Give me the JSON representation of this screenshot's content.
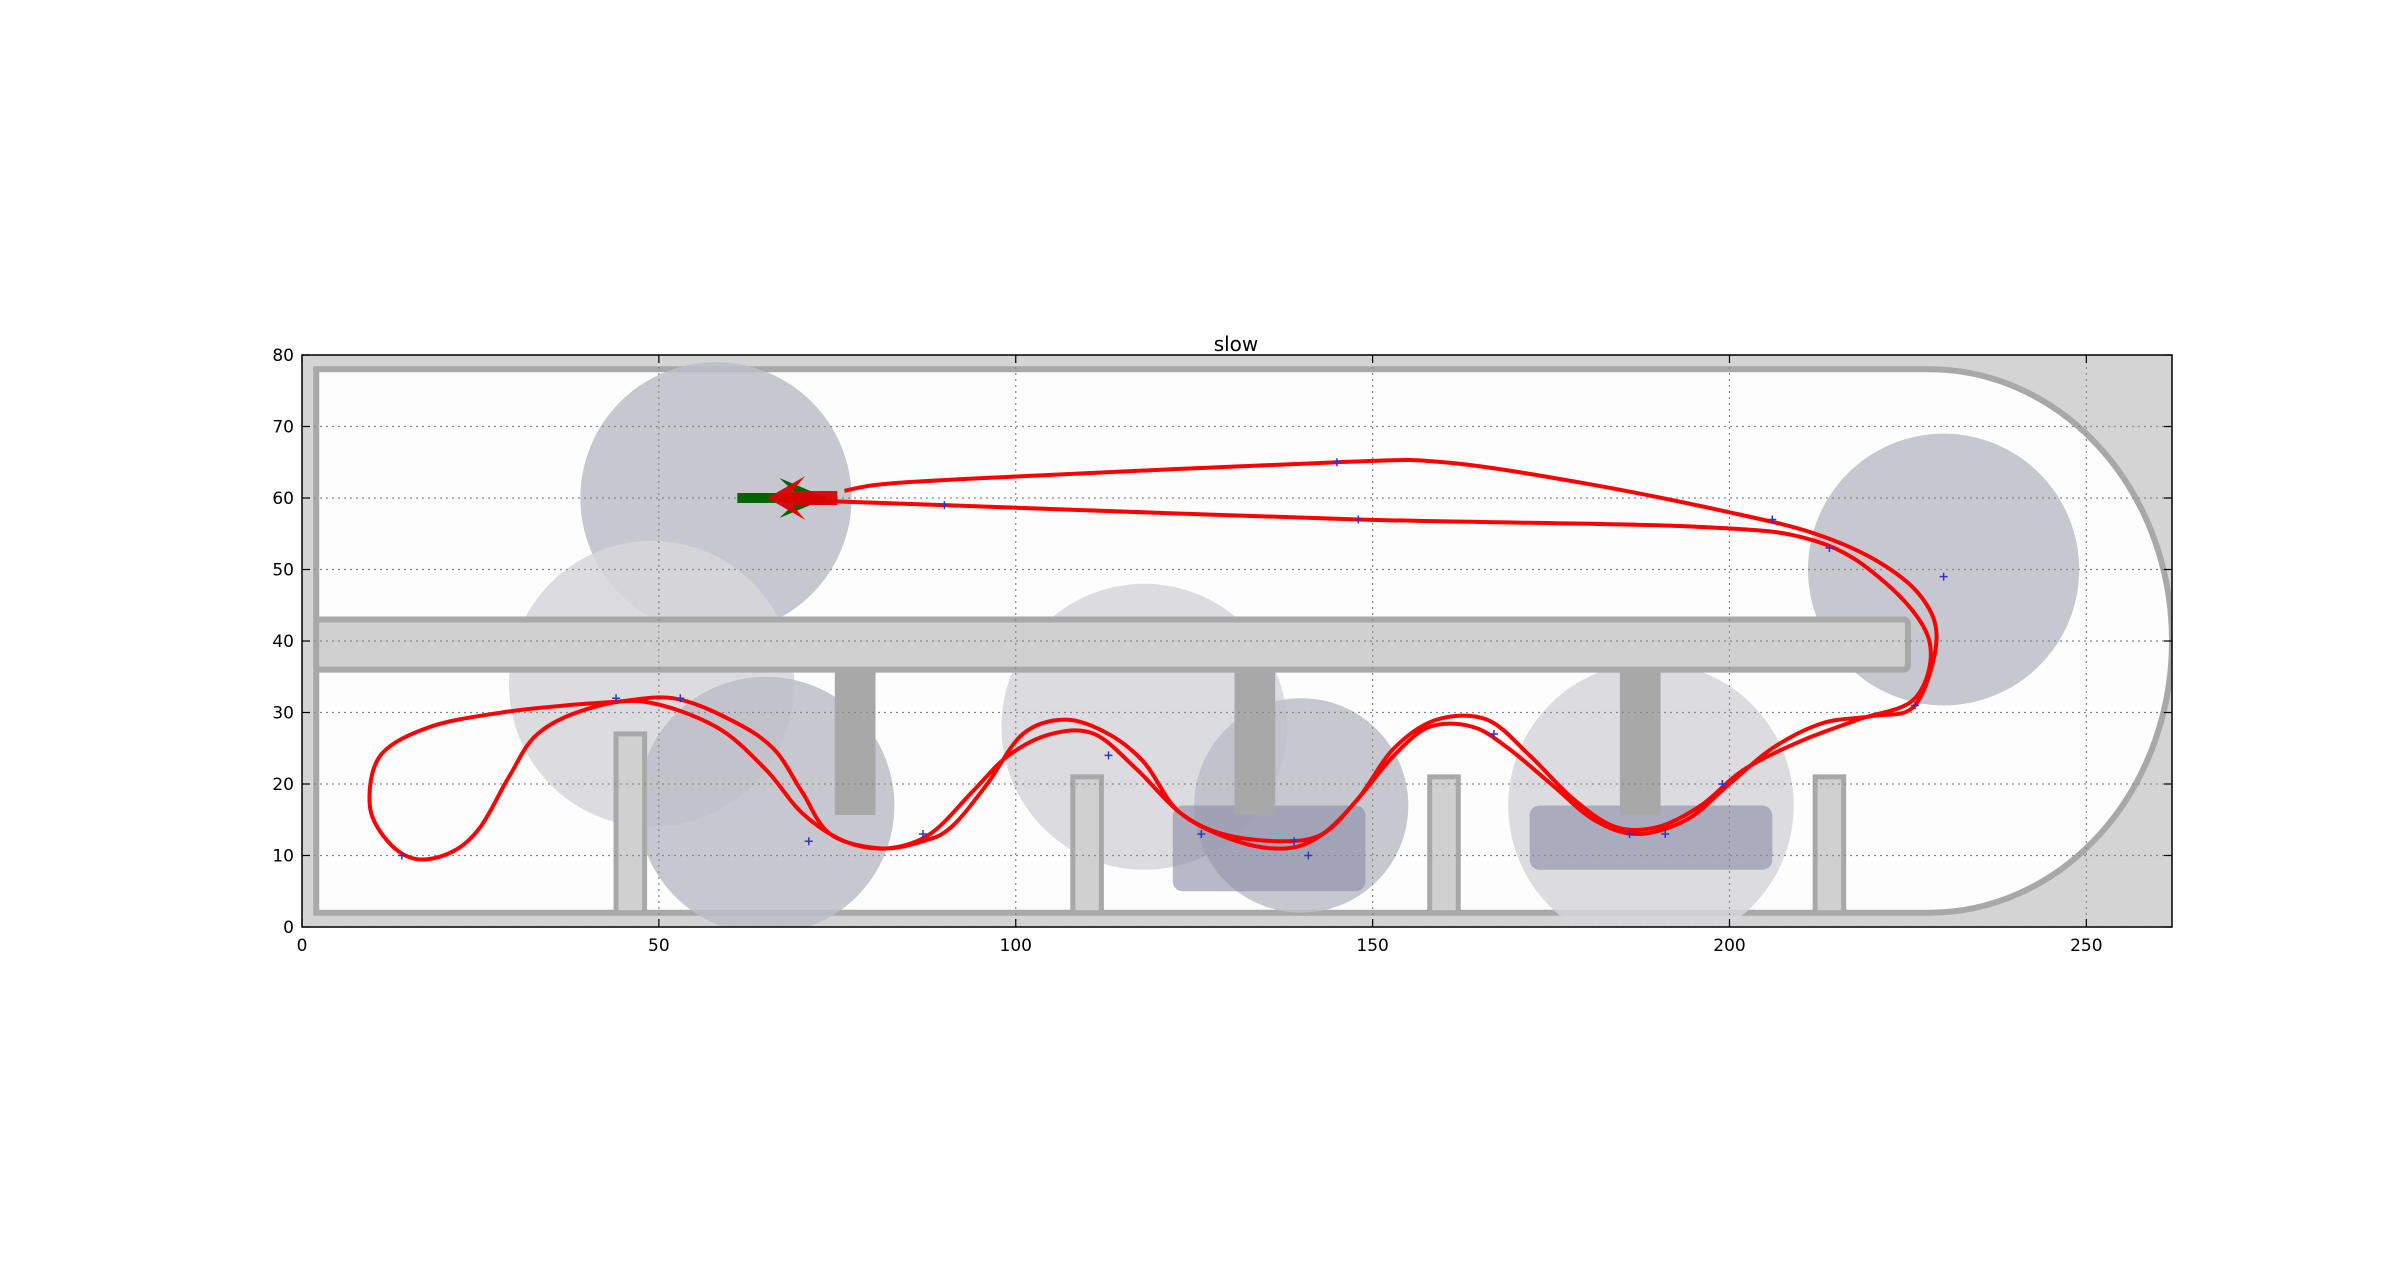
{
  "chart_data": {
    "type": "line",
    "title": "slow",
    "xlabel": "",
    "ylabel": "",
    "xlim": [
      0,
      262
    ],
    "ylim": [
      0,
      80
    ],
    "x_ticks": [
      0,
      50,
      100,
      150,
      200,
      250
    ],
    "y_ticks": [
      0,
      10,
      20,
      30,
      40,
      50,
      60,
      70,
      80
    ],
    "grid": true,
    "legend": "none",
    "colors": {
      "trajectory": "#ff0000",
      "start_arrow": "#006400",
      "end_arrow": "#dd0000",
      "waypoint_marker": "#3333cc",
      "free_space": "#fdfdfd",
      "wall": "#a8a8a8",
      "outer_region": "#d4d4d4",
      "obstacle_disc": "#bdbdc7",
      "obstacle_disc_light": "#d6d6da",
      "dense_region": "#8a8aa6"
    },
    "series": [
      {
        "id": "path-a",
        "points": [
          [
            61,
            60
          ],
          [
            90,
            59
          ],
          [
            148,
            57
          ],
          [
            195,
            56
          ],
          [
            212,
            54
          ],
          [
            222,
            48
          ],
          [
            228,
            40
          ],
          [
            226,
            32
          ],
          [
            218,
            29
          ],
          [
            210,
            26
          ],
          [
            202,
            22
          ],
          [
            196,
            17
          ],
          [
            190,
            14
          ],
          [
            184,
            14
          ],
          [
            178,
            18
          ],
          [
            172,
            24
          ],
          [
            166,
            29
          ],
          [
            159,
            29
          ],
          [
            153,
            25
          ],
          [
            148,
            18
          ],
          [
            143,
            13
          ],
          [
            138,
            11
          ],
          [
            131,
            12
          ],
          [
            123,
            16
          ],
          [
            118,
            23
          ],
          [
            113,
            27
          ],
          [
            107,
            29
          ],
          [
            101,
            27
          ],
          [
            96,
            20
          ],
          [
            91,
            14
          ],
          [
            87,
            12
          ],
          [
            81,
            11
          ],
          [
            74,
            13
          ],
          [
            70,
            19
          ],
          [
            66,
            25
          ],
          [
            60,
            29
          ],
          [
            52,
            32
          ],
          [
            44,
            31.5
          ],
          [
            37,
            31
          ],
          [
            28,
            30
          ],
          [
            18,
            28
          ],
          [
            11,
            24
          ],
          [
            9.5,
            17
          ],
          [
            12,
            12
          ],
          [
            16,
            9.5
          ],
          [
            21,
            10.5
          ],
          [
            25,
            14
          ],
          [
            29,
            21
          ],
          [
            33,
            27
          ],
          [
            40,
            30.5
          ],
          [
            48,
            31.5
          ],
          [
            58,
            28
          ],
          [
            65,
            22
          ],
          [
            70,
            16
          ],
          [
            76,
            12
          ],
          [
            82,
            11
          ],
          [
            88,
            13
          ],
          [
            94,
            19
          ],
          [
            99,
            24
          ],
          [
            105,
            27
          ],
          [
            111,
            27
          ],
          [
            117,
            22
          ],
          [
            123,
            16
          ],
          [
            129,
            13
          ],
          [
            137,
            12
          ],
          [
            143,
            13
          ],
          [
            148,
            18
          ],
          [
            153,
            24
          ],
          [
            158,
            28
          ],
          [
            164,
            28
          ],
          [
            169,
            25
          ],
          [
            175,
            20
          ],
          [
            181,
            15
          ],
          [
            187,
            13
          ],
          [
            194,
            15
          ],
          [
            200,
            20
          ],
          [
            206,
            25
          ],
          [
            213,
            28.5
          ],
          [
            220,
            29.5
          ],
          [
            226,
            31
          ],
          [
            229,
            40
          ],
          [
            227,
            46
          ],
          [
            221,
            51
          ],
          [
            212,
            55
          ],
          [
            200,
            58
          ],
          [
            180,
            62
          ],
          [
            160,
            65
          ],
          [
            145,
            65
          ],
          [
            100,
            63
          ],
          [
            82,
            62
          ],
          [
            76,
            61
          ]
        ]
      }
    ],
    "start_marker": {
      "x": 68,
      "y": 60,
      "direction": "east"
    },
    "end_marker": {
      "x": 68,
      "y": 60,
      "direction": "west"
    },
    "waypoints": [
      [
        14,
        10
      ],
      [
        44,
        32
      ],
      [
        53,
        32
      ],
      [
        71,
        12
      ],
      [
        87,
        13
      ],
      [
        90,
        59
      ],
      [
        113,
        24
      ],
      [
        126,
        13
      ],
      [
        139,
        12
      ],
      [
        141,
        10
      ],
      [
        145,
        65
      ],
      [
        148,
        57
      ],
      [
        167,
        27
      ],
      [
        186,
        13
      ],
      [
        191,
        13
      ],
      [
        199,
        20
      ],
      [
        206,
        57
      ],
      [
        214,
        53
      ],
      [
        226,
        31
      ],
      [
        230,
        49
      ]
    ],
    "map": {
      "free_space_rects": [
        [
          2,
          2,
          224,
          78
        ],
        [
          2,
          2,
          260,
          40
        ]
      ],
      "walls": [
        [
          2,
          43,
          225,
          43
        ],
        [
          2,
          36,
          225,
          36
        ],
        [
          224,
          36,
          224,
          43
        ],
        [
          75,
          16,
          75,
          36
        ],
        [
          80,
          16,
          80,
          36
        ],
        [
          131,
          16,
          131,
          36
        ],
        [
          136,
          16,
          136,
          36
        ],
        [
          185,
          16,
          185,
          36
        ],
        [
          190,
          16,
          190,
          36
        ],
        [
          44,
          2,
          44,
          27
        ],
        [
          48,
          2,
          48,
          27
        ],
        [
          108,
          2,
          108,
          21
        ],
        [
          112,
          2,
          112,
          21
        ],
        [
          158,
          2,
          158,
          21
        ],
        [
          162,
          2,
          162,
          21
        ],
        [
          212,
          2,
          212,
          21
        ],
        [
          216,
          2,
          216,
          21
        ]
      ],
      "discs": [
        {
          "cx": 58,
          "cy": 60,
          "r": 19,
          "kind": "dark"
        },
        {
          "cx": 49,
          "cy": 34,
          "r": 20,
          "kind": "light"
        },
        {
          "cx": 118,
          "cy": 28,
          "r": 20,
          "kind": "light"
        },
        {
          "cx": 65,
          "cy": 17,
          "r": 18,
          "kind": "dark"
        },
        {
          "cx": 140,
          "cy": 17,
          "r": 15,
          "kind": "dark"
        },
        {
          "cx": 189,
          "cy": 17,
          "r": 20,
          "kind": "light"
        },
        {
          "cx": 230,
          "cy": 50,
          "r": 19,
          "kind": "dark"
        }
      ],
      "dense_blocks": [
        [
          122,
          5,
          149,
          17
        ],
        [
          172,
          8,
          206,
          17
        ]
      ]
    }
  }
}
